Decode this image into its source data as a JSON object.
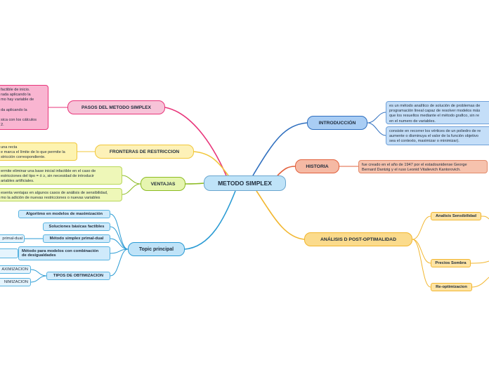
{
  "central": "METODO SIMPLEX",
  "branches": {
    "pasos": {
      "label": "PASOS DEL METODO SIMPLEX",
      "note": [
        "factible de inicio.",
        "rada aplicando la",
        "mo hay variable de",
        "",
        "da aplicando la",
        "",
        "sica con los cálculos",
        "2."
      ]
    },
    "fronteras": {
      "label": "FRONTERAS DE RESTRICCION",
      "note": [
        "una recta",
        "e marca el límite de lo que permite la",
        "stricción correspondiente."
      ]
    },
    "ventajas": {
      "label": "VENTAJAS",
      "notes": [
        [
          "ermite eliminar una base inicial infactible en el caso de",
          "estricciones del tipo = ó ≥, sin necesidad de introducir",
          "ariables artificiales."
        ],
        [
          "esenta ventajas en algunos casos de análisis de sensibilidad,",
          "mo la adición de nuevas restricciones o nuevas variables"
        ]
      ]
    },
    "topic": {
      "label": "Topic principal",
      "items": [
        {
          "label": "Algoritmo en modelos de maximización"
        },
        {
          "label": "Soluciones básicas factibles"
        },
        {
          "label": "Método simplex primal-dual",
          "child": "primal-dual"
        },
        {
          "label": [
            "Método para modelos con combinación",
            "de desigualdades"
          ]
        },
        {
          "label": "TIPOS DE OBTIMIZACION",
          "children": [
            "AXIMIZACION",
            "NIMIZACION"
          ]
        }
      ]
    },
    "introduccion": {
      "label": "INTRODUCCIÓN",
      "notes": [
        [
          "es un método analítico de solución de problemas de",
          "programación lineal capaz de resolver modelos más",
          "que los resueltos mediante el método grafico, sin re",
          "en el numero de variables."
        ],
        [
          "consiste en recorrer los vértices de un poliedro de re",
          "aumente o disminuya el valor de la función objetivo",
          "sea el contexto, maximizar o minimizar)."
        ]
      ]
    },
    "historia": {
      "label": "HISTORIA",
      "note": [
        "fue creado en el año de 1947 por el estadounidense George",
        "Bernard Dantzig y el ruso Leonid Vitalievich Kantorovich."
      ]
    },
    "analisis": {
      "label": "ANÁLISIS D POST-OPTIMALIDAD",
      "items": [
        "Analisis Sensibilidad",
        "Precios Sombra",
        "Re-optimizacion"
      ]
    }
  },
  "colors": {
    "pasos": "#e8357a",
    "fronteras": "#f1c73a",
    "ventajas": "#8cbb22",
    "topic": "#2a9bd4",
    "introduccion": "#2f6fbf",
    "historia": "#e2603c",
    "analisis": "#f2b62e"
  }
}
